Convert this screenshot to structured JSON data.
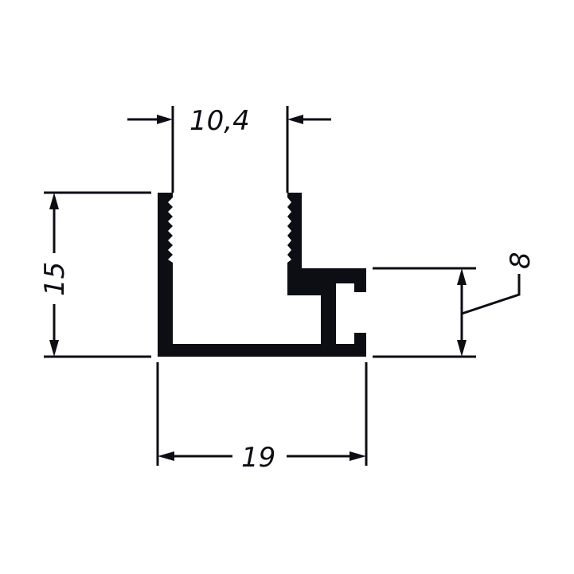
{
  "drawing": {
    "profile_color": "#0d0e14",
    "dimensions": {
      "top_opening": "10,4",
      "height": "15",
      "width": "19",
      "channel_height": "8"
    }
  }
}
